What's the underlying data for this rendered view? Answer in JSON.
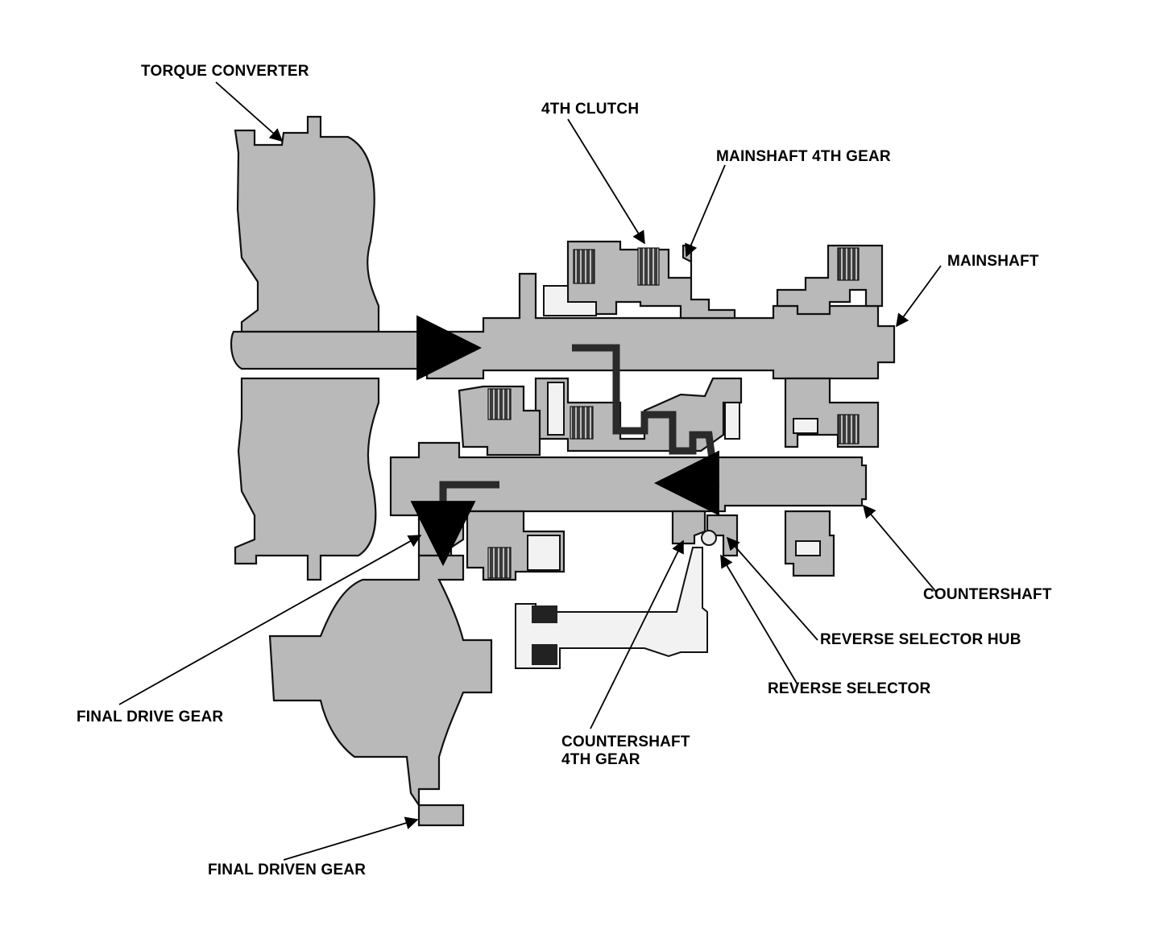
{
  "labels": {
    "torque_converter": "TORQUE CONVERTER",
    "fourth_clutch": "4TH CLUTCH",
    "mainshaft_4th_gear": "MAINSHAFT 4TH GEAR",
    "mainshaft": "MAINSHAFT",
    "countershaft": "COUNTERSHAFT",
    "reverse_selector_hub": "REVERSE SELECTOR HUB",
    "reverse_selector": "REVERSE SELECTOR",
    "countershaft_4th_gear_line1": "COUNTERSHAFT",
    "countershaft_4th_gear_line2": "4TH GEAR",
    "final_drive_gear": "FINAL DRIVE GEAR",
    "final_driven_gear": "FINAL DRIVEN GEAR"
  },
  "colors": {
    "part_fill": "#b9b9b9",
    "clutch_plates": "#3a3a3a",
    "power_flow": "#2a2a2a"
  }
}
